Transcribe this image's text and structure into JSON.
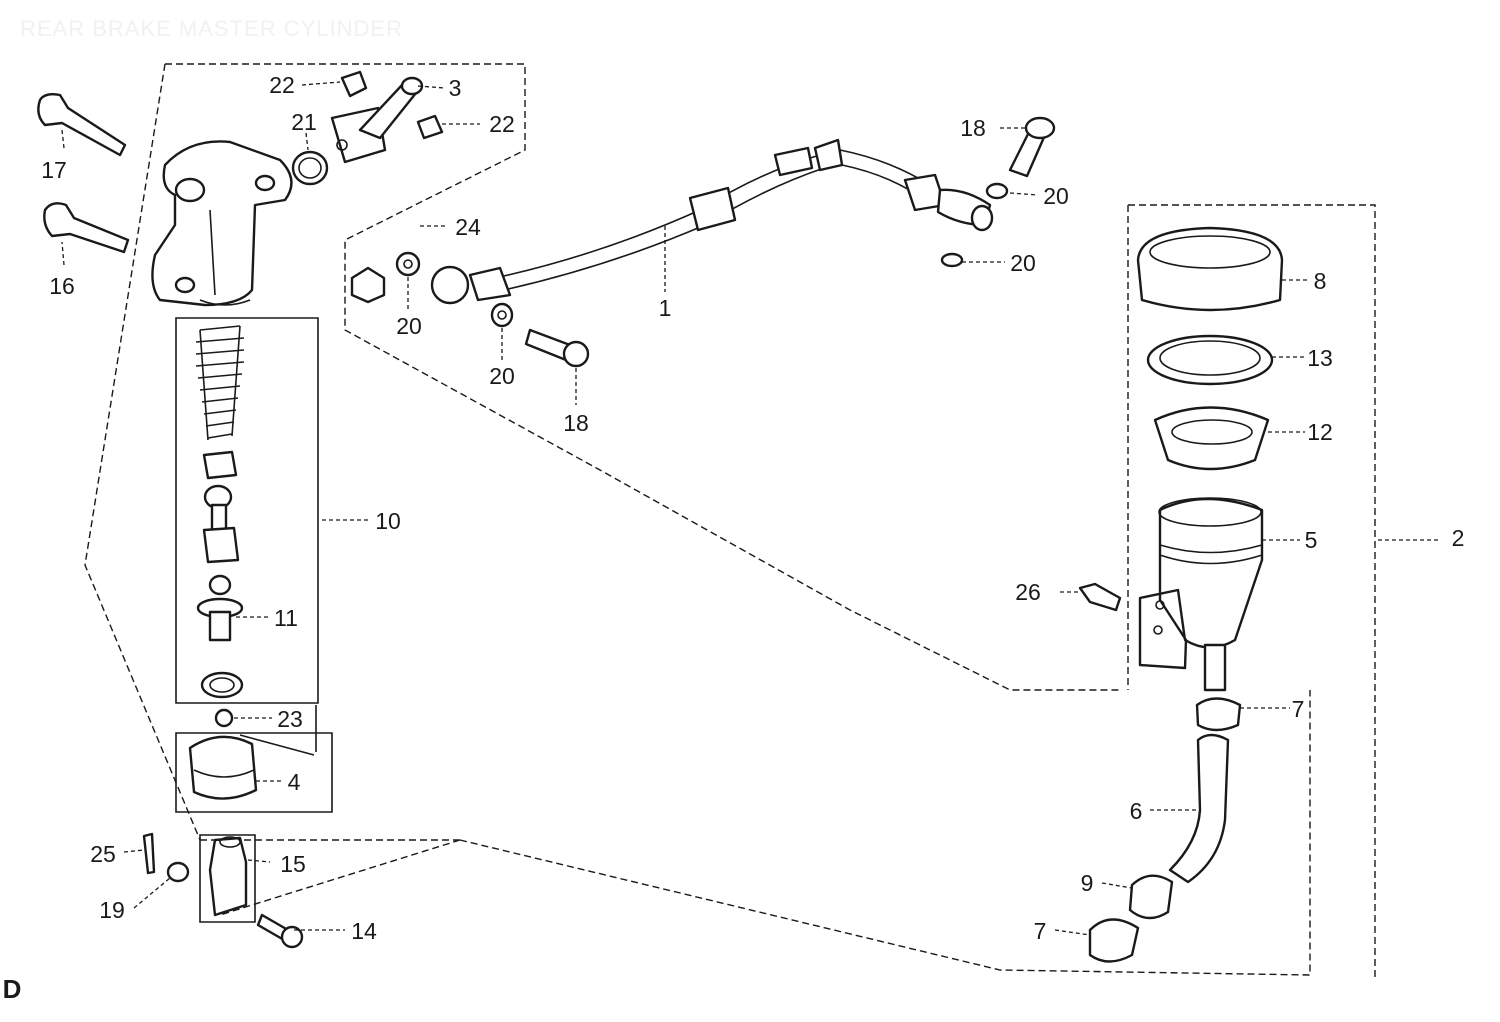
{
  "title": "REAR BRAKE MASTER CYLINDER",
  "callouts": {
    "c1": "1",
    "c2": "2",
    "c3": "3",
    "c4": "4",
    "c5": "5",
    "c6": "6",
    "c7a": "7",
    "c7b": "7",
    "c8": "8",
    "c9": "9",
    "c10": "10",
    "c11": "11",
    "c12": "12",
    "c13": "13",
    "c14": "14",
    "c15": "15",
    "c16": "16",
    "c17": "17",
    "c18a": "18",
    "c18b": "18",
    "c19": "19",
    "c20a": "20",
    "c20b": "20",
    "c20c": "20",
    "c20d": "20",
    "c21": "21",
    "c22a": "22",
    "c22b": "22",
    "c23": "23",
    "c24": "24",
    "c25": "25",
    "c26": "26"
  },
  "corner_mark": "D"
}
